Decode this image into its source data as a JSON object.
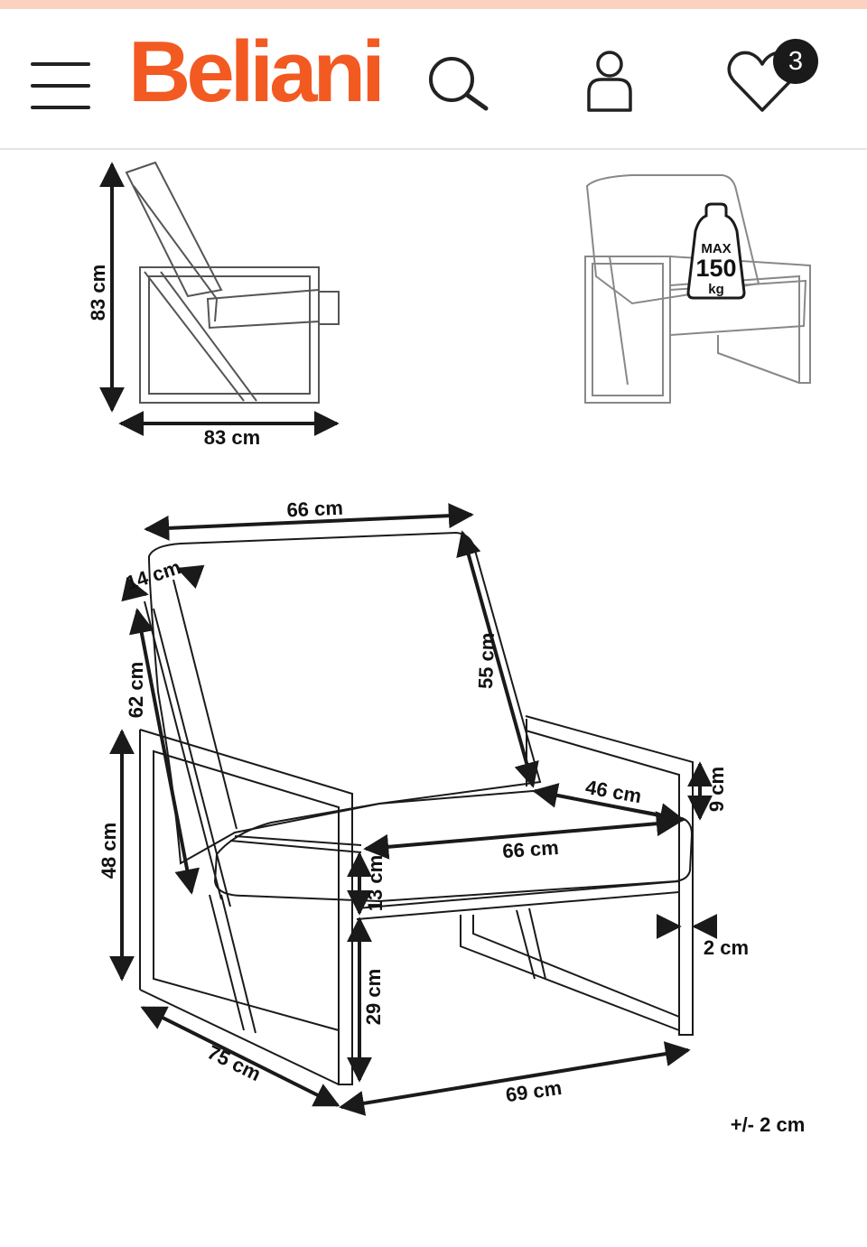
{
  "header": {
    "brand": "Beliani",
    "wishlist_count": "3",
    "icons": [
      "menu-icon",
      "search-icon",
      "account-icon",
      "heart-icon"
    ]
  },
  "colors": {
    "accent": "#f25a22",
    "top_strip": "#fbd2c2",
    "line": "#1a1a1a",
    "outline": "#555555"
  },
  "drawing": {
    "side_view": {
      "height": "83 cm",
      "depth": "83 cm"
    },
    "load_badge": {
      "max": "MAX",
      "value": "150",
      "unit": "kg"
    },
    "main_view": {
      "backrest_width": "66 cm",
      "backrest_thickness": "14 cm",
      "backrest_height": "55 cm",
      "back_frame_height": "62 cm",
      "arm_height": "48 cm",
      "seat_depth": "46 cm",
      "armrest_thickness": "9 cm",
      "seat_width": "66 cm",
      "cushion_height": "13 cm",
      "frame_width": "2 cm",
      "seat_height": "29 cm",
      "total_depth": "75 cm",
      "total_width": "69 cm",
      "tolerance": "+/- 2 cm"
    }
  }
}
